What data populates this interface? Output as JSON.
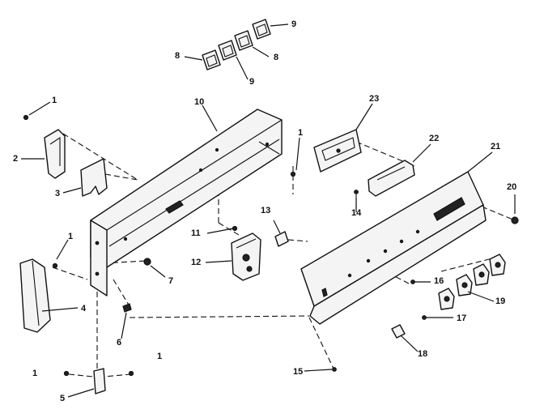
{
  "callouts": {
    "c1a": "1",
    "c1b": "1",
    "c1c": "1",
    "c1d": "1",
    "c1e": "1",
    "c2": "2",
    "c3": "3",
    "c4": "4",
    "c5": "5",
    "c6": "6",
    "c7": "7",
    "c8a": "8",
    "c8b": "8",
    "c9a": "9",
    "c9b": "9",
    "c10": "10",
    "c11": "11",
    "c12": "12",
    "c13": "13",
    "c14": "14",
    "c15": "15",
    "c16": "16",
    "c17": "17",
    "c18": "18",
    "c19": "19",
    "c20": "20",
    "c21": "21",
    "c22": "22",
    "c23": "23"
  }
}
